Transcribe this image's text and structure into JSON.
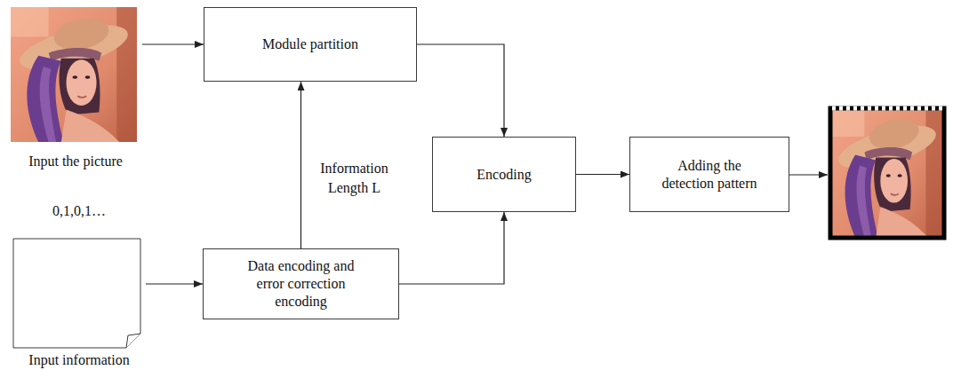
{
  "diagram": {
    "nodes": [
      {
        "text": [
          "Input the picture"
        ]
      },
      {
        "text": [
          "Module partition"
        ]
      },
      {
        "text": [
          "Encoding"
        ]
      },
      {
        "text": [
          "Adding the detection pattern"
        ]
      },
      {
        "text": [
          "0,1,0,1…",
          "Input information"
        ]
      },
      {
        "text": [
          "Data encoding and error correction encoding"
        ]
      }
    ],
    "edges": [
      {
        "from": 0,
        "to": 1,
        "arrow": "to"
      },
      {
        "from": 5,
        "to": 1,
        "label": "Information Length L",
        "arrow": "to"
      },
      {
        "from": 1,
        "to": 2,
        "arrow": "to"
      },
      {
        "from": 5,
        "to": 2,
        "arrow": "to"
      },
      {
        "from": 4,
        "to": 5,
        "arrow": "to"
      },
      {
        "from": 2,
        "to": 3,
        "arrow": "to"
      }
    ]
  }
}
